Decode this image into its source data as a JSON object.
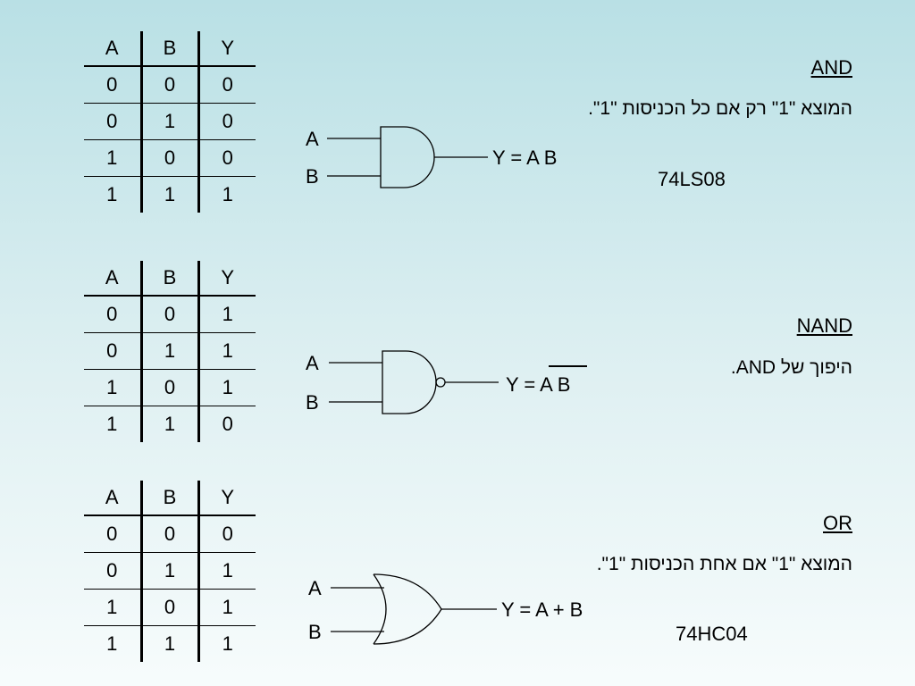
{
  "headers": [
    "A",
    "B",
    "Y"
  ],
  "gates": [
    {
      "title": "AND",
      "description": "המוצא \"1\" רק אם כל הכניסות \"1\".",
      "chip": "74LS08",
      "input_a": "A",
      "input_b": "B",
      "expression_prefix": "Y = ",
      "expression_body": "A B",
      "rows": [
        [
          "0",
          "0",
          "0"
        ],
        [
          "0",
          "1",
          "0"
        ],
        [
          "1",
          "0",
          "0"
        ],
        [
          "1",
          "1",
          "1"
        ]
      ]
    },
    {
      "title": "NAND",
      "description": "היפוך של AND.",
      "input_a": "A",
      "input_b": "B",
      "expression_prefix": "Y = ",
      "expression_body": "A B",
      "rows": [
        [
          "0",
          "0",
          "1"
        ],
        [
          "0",
          "1",
          "1"
        ],
        [
          "1",
          "0",
          "1"
        ],
        [
          "1",
          "1",
          "0"
        ]
      ]
    },
    {
      "title": "OR",
      "description": "המוצא \"1\" אם אחת הכניסות \"1\".",
      "chip": "74HC04",
      "input_a": "A",
      "input_b": "B",
      "expression_prefix": "Y = ",
      "expression_body": "A + B",
      "rows": [
        [
          "0",
          "0",
          "0"
        ],
        [
          "0",
          "1",
          "1"
        ],
        [
          "1",
          "0",
          "1"
        ],
        [
          "1",
          "1",
          "1"
        ]
      ]
    }
  ]
}
